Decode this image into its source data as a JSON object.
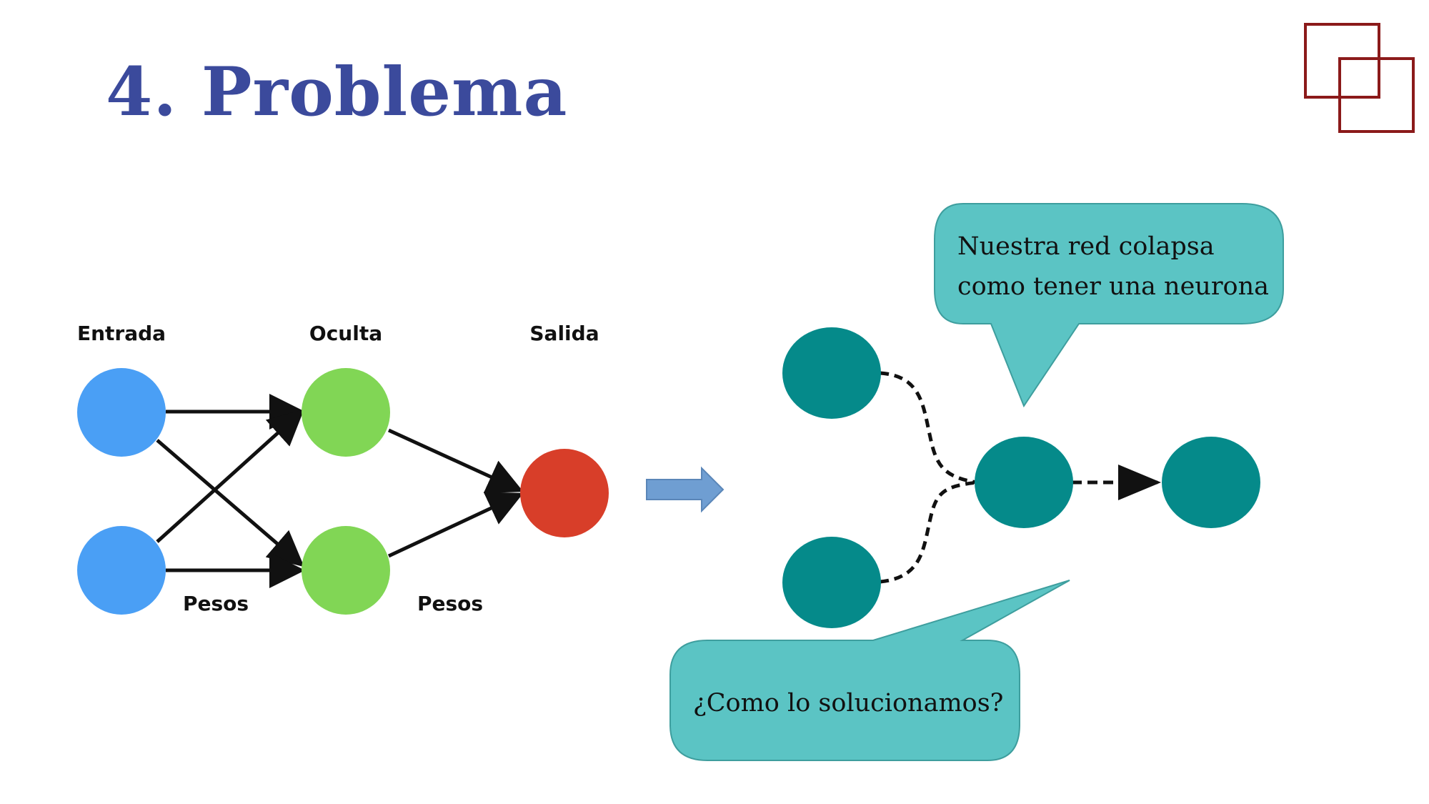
{
  "slide": {
    "title": "4. Problema"
  },
  "network": {
    "layers": {
      "input": "Entrada",
      "hidden": "Oculta",
      "output": "Salida"
    },
    "weights_label_1": "Pesos",
    "weights_label_2": "Pesos",
    "colors": {
      "input": "#4a9ff5",
      "hidden": "#81d655",
      "output": "#d83e29",
      "edge": "#111111"
    }
  },
  "collapsed": {
    "node_color": "#058a8a",
    "callout_top": {
      "line1": "Nuestra red colapsa",
      "line2": "como tener una neurona"
    },
    "callout_bottom": {
      "text": "¿Como lo solucionamos?"
    },
    "callout_color": "#5bc4c4"
  },
  "arrow_color": "#6f9ed2",
  "logo_color": "#8b1a1a"
}
